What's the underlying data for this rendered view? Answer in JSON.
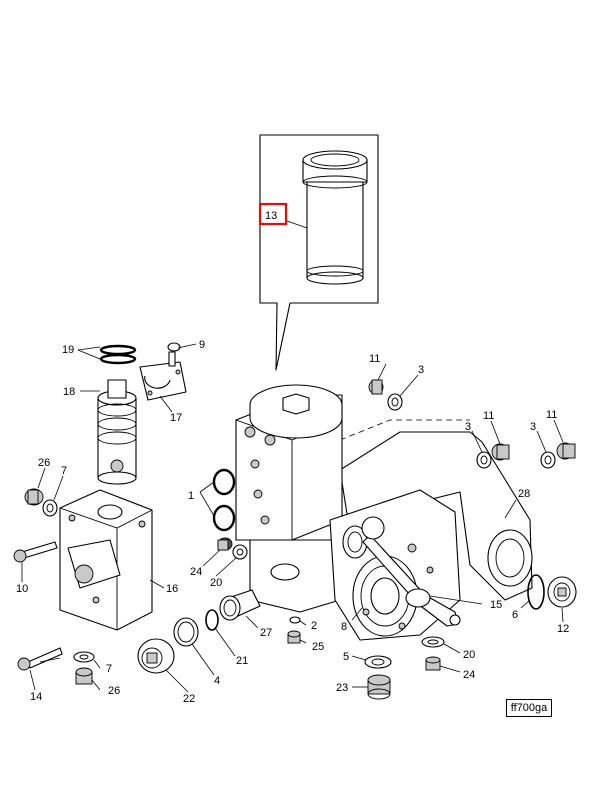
{
  "labels": {
    "p1": "1",
    "p2": "2",
    "p3a": "3",
    "p3b": "3",
    "p3c": "3",
    "p4": "4",
    "p5": "5",
    "p6": "6",
    "p7a": "7",
    "p7b": "7",
    "p8": "8",
    "p9": "9",
    "p10": "10",
    "p11a": "11",
    "p11b": "11",
    "p11c": "11",
    "p12": "12",
    "p13": "13",
    "p14": "14",
    "p15": "15",
    "p16": "16",
    "p17": "17",
    "p18": "18",
    "p19": "19",
    "p20a": "20",
    "p20b": "20",
    "p21": "21",
    "p22": "22",
    "p23": "23",
    "p24a": "24",
    "p24b": "24",
    "p25": "25",
    "p26a": "26",
    "p26b": "26",
    "p27": "27",
    "p28": "28"
  },
  "reference_code": "ff700ga",
  "highlighted_part": "13",
  "highlight_color": "#e01010"
}
